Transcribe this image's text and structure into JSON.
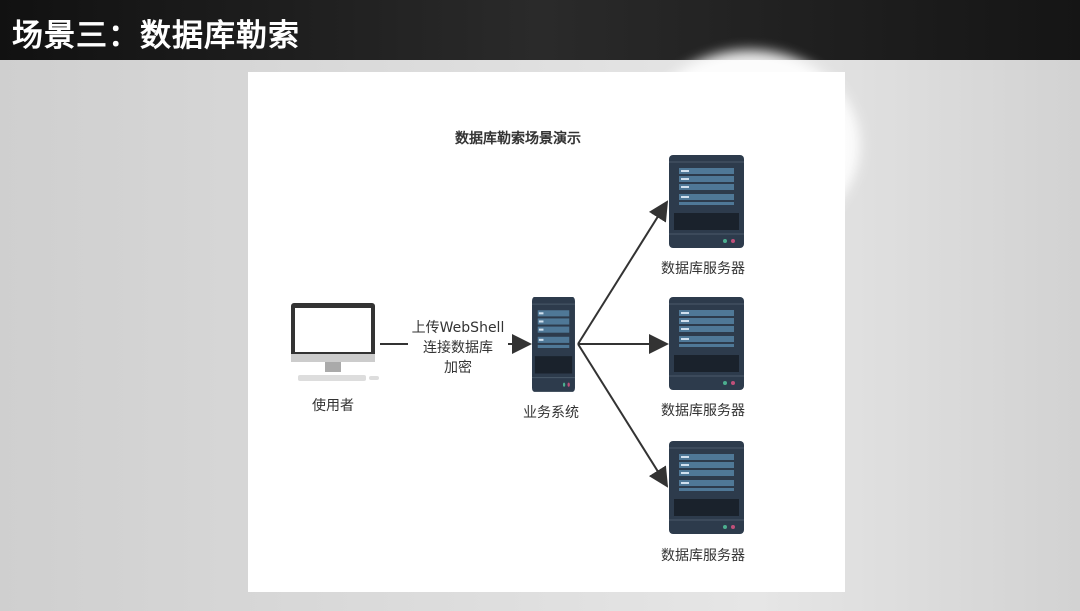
{
  "slide": {
    "title": "场景三：数据库勒索"
  },
  "diagram": {
    "title": "数据库勒索场景演示",
    "user_label": "使用者",
    "edge_label": [
      "上传WebShell",
      "连接数据库",
      "加密"
    ],
    "business_label": "业务系统",
    "db_servers": [
      {
        "label": "数据库服务器"
      },
      {
        "label": "数据库服务器"
      },
      {
        "label": "数据库服务器"
      }
    ]
  },
  "colors": {
    "server": "#2d3b4c",
    "server_line": "#5d88a8",
    "arrow": "#333333"
  }
}
